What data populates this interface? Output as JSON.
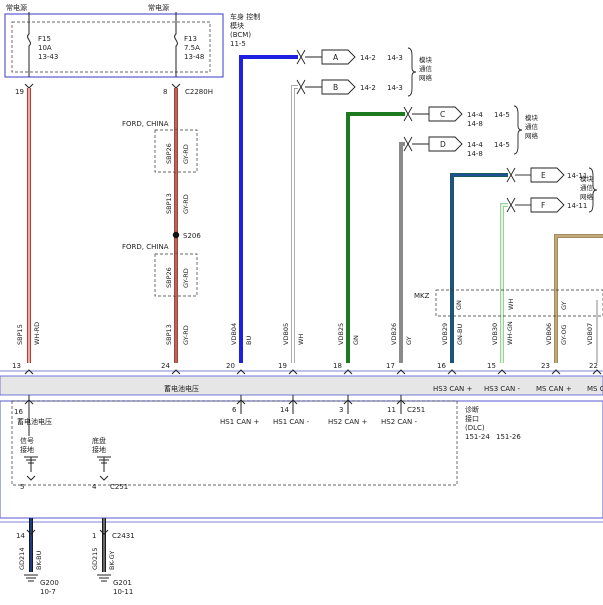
{
  "colors": {
    "module_border": "#5a5ad2",
    "bus_fill": "#e6e6e6",
    "wire_red": "#c0392b",
    "wire_blue": "#1f1fe0",
    "wire_white": "#d8d8d8",
    "wire_green": "#1e7a1e",
    "wire_gray": "#8a8a8a",
    "wire_teal": "#1a5a5a",
    "wire_light_green": "#9bd29b",
    "wire_tan": "#a58b5a",
    "wire_black": "#1a1a1a"
  },
  "top": {
    "power_left": "常电源",
    "power_right": "常电源",
    "fuse_left": {
      "name": "F15",
      "rating": "10A",
      "ref": "13-43"
    },
    "fuse_right": {
      "name": "F13",
      "rating": "7.5A",
      "ref": "13-48"
    },
    "pin_left": "19",
    "pin_right": "8",
    "connector_right": "C2280H"
  },
  "bcm": {
    "line1": "车身 控制",
    "line2": "模块",
    "line3": "(BCM)",
    "ref": "11-5"
  },
  "splices": [
    {
      "label": "FORD, CHINA",
      "code": "SBP26",
      "color": "GY-RD"
    },
    {
      "label": "FORD, CHINA",
      "code": "SBP26",
      "color": "GY-RD"
    }
  ],
  "splice_mid": {
    "code": "SBP13",
    "color": "GY-RD"
  },
  "splice_point": "S206",
  "connectors": [
    {
      "letter": "A",
      "ref1": "14-2",
      "ref2": "14-3"
    },
    {
      "letter": "B",
      "ref1": "14-2",
      "ref2": "14-3"
    },
    {
      "letter": "C",
      "ref1": "14-4",
      "ref2": "14-5"
    },
    {
      "letter": "D",
      "ref1": "14-4",
      "ref2": "14-5"
    },
    {
      "letter": "E",
      "ref1": "14-11",
      "ref2": ""
    },
    {
      "letter": "F",
      "ref1": "14-11",
      "ref2": ""
    }
  ],
  "connector_extra": {
    "c_ref": "14-8",
    "d_ref": "14-8"
  },
  "net_labels": [
    {
      "text": [
        "模块",
        "通信",
        "网络"
      ]
    },
    {
      "text": [
        "模块",
        "通信",
        "网络"
      ]
    },
    {
      "text": [
        "模块",
        "通信",
        "网络"
      ]
    }
  ],
  "mkz": "MKZ",
  "wires": [
    {
      "circuit": "SBP15",
      "color": "WH-RD",
      "pin": "13"
    },
    {
      "circuit": "SBP13",
      "color": "GY-RD",
      "pin": "24"
    },
    {
      "circuit": "VDB04",
      "color": "BU",
      "pin": "20"
    },
    {
      "circuit": "VDB05",
      "color": "WH",
      "pin": "19"
    },
    {
      "circuit": "VDB25",
      "color": "GN",
      "pin": "18"
    },
    {
      "circuit": "VDB26",
      "color": "GY",
      "pin": "17"
    },
    {
      "circuit": "VDB29",
      "color": "GN-BU",
      "pin": "16"
    },
    {
      "circuit": "VDB30",
      "color": "WH-GN",
      "pin": "15"
    },
    {
      "circuit": "VDB06",
      "color": "GY-OG",
      "pin": "23"
    },
    {
      "circuit": "VDB07",
      "color": "",
      "pin": "22"
    }
  ],
  "mkz_colors": {
    "a": "GN",
    "b": "WH",
    "c": "GY"
  },
  "bus": {
    "title": "蓄电池电压",
    "labels": [
      "HS3 CAN +",
      "HS3 CAN -",
      "MS CAN +",
      "MS C"
    ]
  },
  "dlc": {
    "line1": "诊断",
    "line2": "接口",
    "line3": "(DLC)",
    "ref1": "151-24",
    "ref2": "151-26",
    "connector": "C251",
    "battery_label": "蓄电池电压",
    "pins": [
      {
        "pin": "16"
      },
      {
        "pin": "6",
        "label": "HS1 CAN +"
      },
      {
        "pin": "14",
        "label": "HS1 CAN -"
      },
      {
        "pin": "3",
        "label": "HS2 CAN +"
      },
      {
        "pin": "11",
        "label": "HS2 CAN -"
      }
    ],
    "signal_ground": {
      "line1": "信号",
      "line2": "接地",
      "pin": "5"
    },
    "chassis_ground": {
      "line1": "底盘",
      "line2": "接地",
      "pin": "4",
      "connector": "C251"
    }
  },
  "grounds": [
    {
      "pin": "14",
      "circuit": "GD214",
      "color": "BK-BU",
      "ground": "G200",
      "ref": "10-7"
    },
    {
      "pin": "1",
      "circuit": "GD215",
      "color": "BK-GY",
      "ground": "G201",
      "ref": "10-11",
      "connector": "C2431"
    }
  ]
}
